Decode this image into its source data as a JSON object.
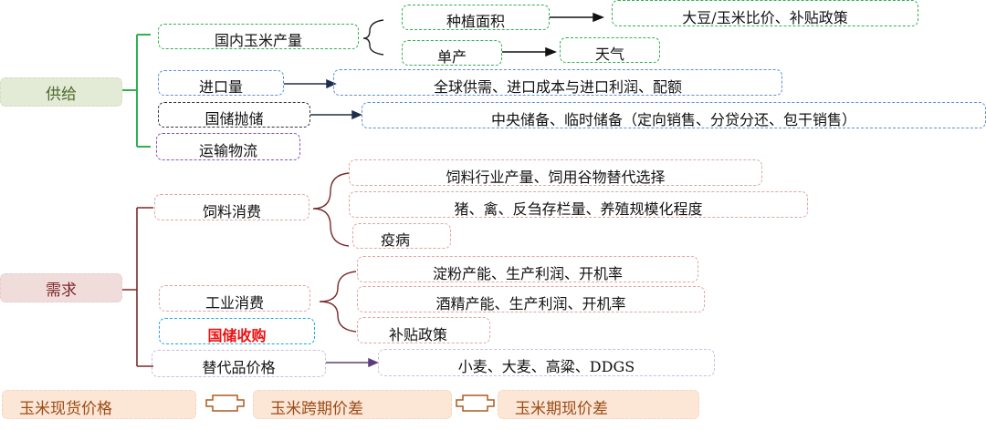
{
  "supply": {
    "root_label": "供给",
    "domestic_production": "国内玉米产量",
    "planting_area": "种植面积",
    "planting_area_factor": "大豆/玉米比价、补贴政策",
    "unit_yield": "单产",
    "unit_yield_factor": "天气",
    "imports": "进口量",
    "imports_factor": "全球供需、进口成本与进口利润、配额",
    "state_reserve_sales": "国储抛储",
    "state_reserve_sales_factor": "中央储备、临时储备（定向销售、分贷分还、包干销售）",
    "logistics": "运输物流"
  },
  "demand": {
    "root_label": "需求",
    "feed_consumption": "饲料消费",
    "feed_factors": [
      "饲料行业产量、饲用谷物替代选择",
      "猪、禽、反刍存栏量、养殖规模化程度",
      "疫病"
    ],
    "industrial_consumption": "工业消费",
    "industrial_factors": [
      "淀粉产能、生产利润、开机率",
      "酒精产能、生产利润、开机率",
      "补贴政策"
    ],
    "state_reserve_purchase": "国储收购",
    "substitute_prices": "替代品价格",
    "substitute_factor": "小麦、大麦、高粱、DDGS"
  },
  "prices": {
    "spot": "玉米现货价格",
    "calendar_spread": "玉米跨期价差",
    "basis": "玉米期现价差"
  },
  "colors": {
    "supply_green": "#2fb24f",
    "import_blue": "#5b8fd6",
    "demand_maroon": "#7a2a2a",
    "highlight_red": "#ee1111",
    "price_orange": "#9a4c16"
  }
}
